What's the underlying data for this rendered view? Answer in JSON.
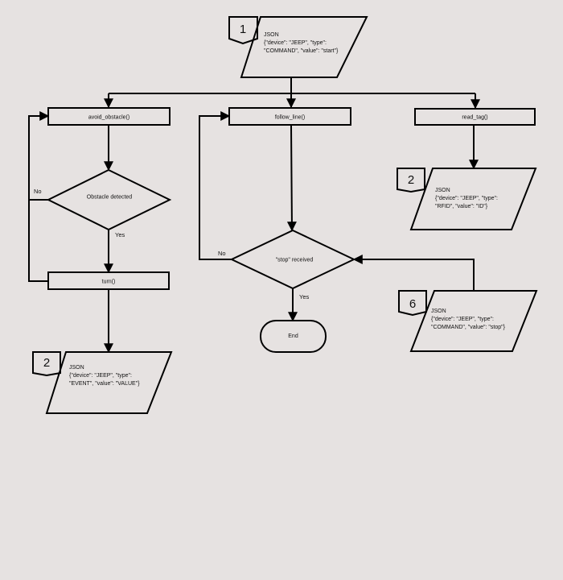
{
  "diagram": {
    "nodes": {
      "json_start": {
        "lines": [
          "JSON",
          "{\"device\": \"JEEP\", \"type\":",
          "\"COMMAND\", \"value\": \"start\"}"
        ]
      },
      "avoid_obstacle": {
        "label": "avoid_obstacle()"
      },
      "follow_line": {
        "label": "follow_line()"
      },
      "read_tag": {
        "label": "read_tag()"
      },
      "obstacle_detected": {
        "label": "Obstacle detected"
      },
      "turn": {
        "label": "turn()"
      },
      "stop_received": {
        "label": "\"stop\" received"
      },
      "end": {
        "label": "End"
      },
      "json_rfid": {
        "lines": [
          "JSON",
          "{\"device\": \"JEEP\", \"type\":",
          "\"RFID\", \"value\":  \"ID\"}"
        ]
      },
      "json_event": {
        "lines": [
          "JSON",
          "{\"device\": \"JEEP\", \"type\":",
          "\"EVENT\", \"value\": \"VALUE\"}"
        ]
      },
      "json_stop": {
        "lines": [
          "JSON",
          "{\"device\": \"JEEP\", \"type\":",
          "\"COMMAND\", \"value\":  \"stop\"}"
        ]
      }
    },
    "badges": {
      "badge_start": "1",
      "badge_rfid": "2",
      "badge_event": "2",
      "badge_stop": "6"
    },
    "edge_labels": {
      "obstacle_no": "No",
      "obstacle_yes": "Yes",
      "stop_no": "No",
      "stop_yes": "Yes"
    }
  }
}
